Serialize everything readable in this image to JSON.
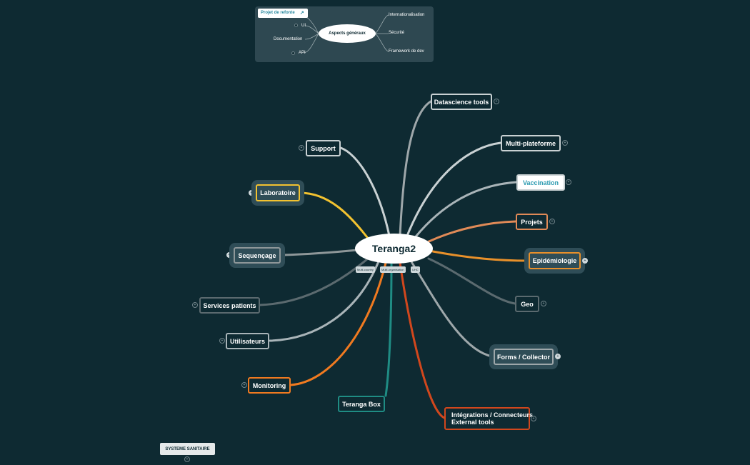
{
  "central": {
    "title": "Teranga2",
    "tags": [
      "Multi-country",
      "Multi-organisation",
      "UHC"
    ]
  },
  "colors": {
    "background": "#0e2a32",
    "default_branch": "#c9d1d3",
    "laboratoire": "#f2c230",
    "projets": "#e08a57",
    "epidemiologie": "#e8902a",
    "monitoring": "#f07a20",
    "teranga_box": "#1f8c84",
    "integrations": "#d1471d",
    "vaccination": "#2b9ab0"
  },
  "nodes": {
    "datascience": "Datascience tools",
    "support": "Support",
    "multiplateforme": "Multi-plateforme",
    "vaccination": "Vaccination",
    "laboratoire": "Laboratoire",
    "projets": "Projets",
    "sequencage": "Sequençage",
    "epidemiologie": "Epidémiologie",
    "services_patients": "Services patients",
    "geo": "Geo",
    "utilisateurs": "Utilisateurs",
    "forms_collector": "Forms / Collector",
    "monitoring": "Monitoring",
    "teranga_box": "Teranga Box",
    "integrations_line1": "Intégrations / Connecteurs",
    "integrations_line2": "External tools"
  },
  "mini_map": {
    "title": "Projet de refonte",
    "center": "Aspects généraux",
    "left": [
      "UI",
      "Documentation",
      "API"
    ],
    "right": [
      "Internationalisation",
      "Sécurité",
      "Framework de dev"
    ]
  },
  "floating_topic": "SYSTEME SANITAIRE"
}
